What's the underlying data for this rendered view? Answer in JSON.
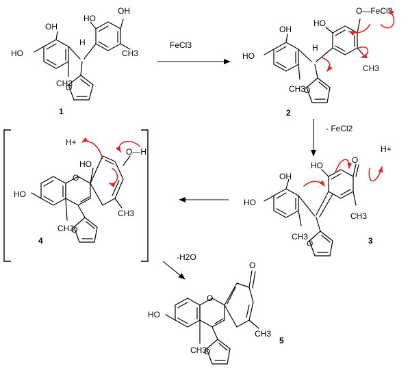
{
  "colors": {
    "bond": "#000000",
    "electron_arrow": "#e8231f",
    "background": "#ffffff"
  },
  "labels": {
    "oh": "OH",
    "ho": "HO",
    "o": "O",
    "ch3": "CH3",
    "h": "H",
    "h_plus": "H+",
    "fecl3": "FeCl3",
    "o_fecl3": "O—FeCl3",
    "o_h": "O—H"
  },
  "reagents": {
    "step1": "FeCl3",
    "step2": "- FeCl2",
    "step4": "-H2O"
  },
  "compounds": {
    "c1": "1",
    "c2": "2",
    "c3": "3",
    "c4": "4",
    "c5": "5"
  }
}
